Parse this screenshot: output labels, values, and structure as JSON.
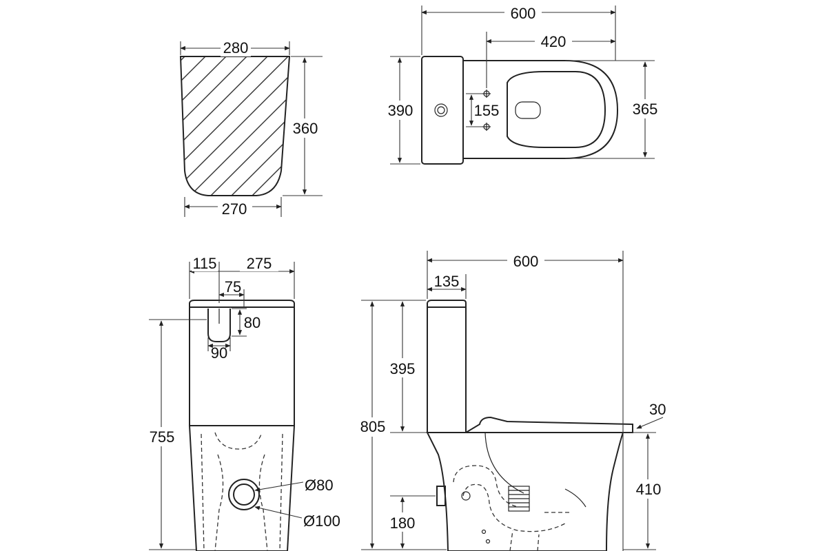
{
  "top_view_tank": {
    "width_top": "280",
    "width_bottom": "270",
    "height": "360"
  },
  "top_view_bowl": {
    "overall_length": "600",
    "bolt_to_back": "420",
    "tank_depth": "390",
    "bowl_width": "365",
    "bolt_spacing": "155"
  },
  "front_view": {
    "offset_left": "115",
    "offset_right": "275",
    "button_offset": "75",
    "button_height": "80",
    "button_width": "90",
    "total_height": "755",
    "outlet_inner": "Ø80",
    "outlet_outer": "Ø100"
  },
  "side_view": {
    "overall_length": "600",
    "tank_depth": "135",
    "tank_height": "395",
    "total_height": "805",
    "seat_thickness": "30",
    "seat_height": "410",
    "outlet_height": "180"
  }
}
